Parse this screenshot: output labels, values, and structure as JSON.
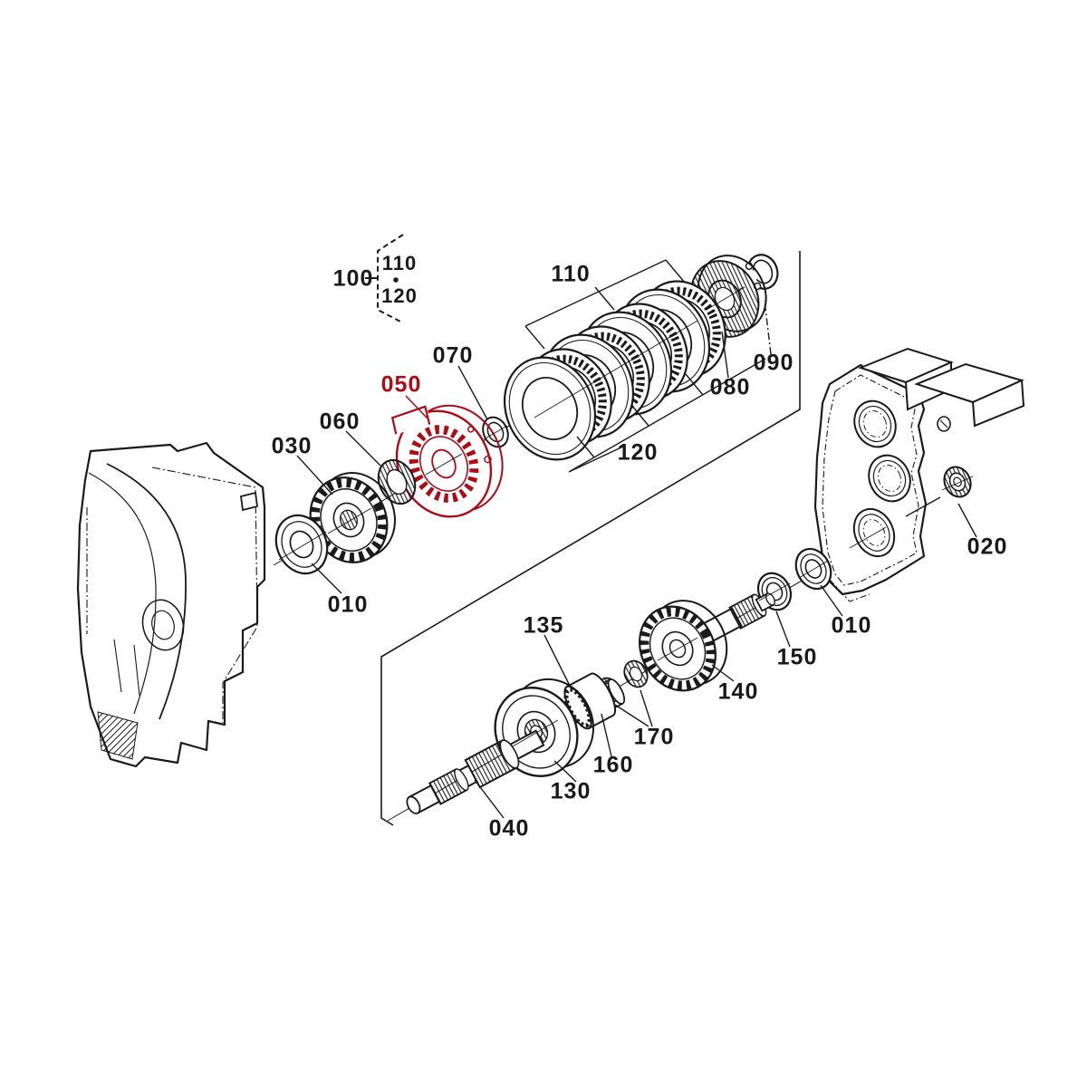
{
  "diagram": {
    "type": "exploded-parts-diagram",
    "background_color": "#ffffff",
    "line_color": "#1a1a1a",
    "highlight_color": "#ad0b16",
    "highlighted_callout": "050",
    "bracket_dot": "•",
    "callouts": {
      "c100": {
        "text": "100"
      },
      "c110b": {
        "text": "110"
      },
      "c120b": {
        "text": "120"
      },
      "c110": {
        "text": "110"
      },
      "c120": {
        "text": "120"
      },
      "c070": {
        "text": "070"
      },
      "c050": {
        "text": "050"
      },
      "c060": {
        "text": "060"
      },
      "c030": {
        "text": "030"
      },
      "c010L": {
        "text": "010"
      },
      "c080": {
        "text": "080"
      },
      "c090": {
        "text": "090"
      },
      "c020": {
        "text": "020"
      },
      "c010R": {
        "text": "010"
      },
      "c150": {
        "text": "150"
      },
      "c135": {
        "text": "135"
      },
      "c140": {
        "text": "140"
      },
      "c170": {
        "text": "170"
      },
      "c160": {
        "text": "160"
      },
      "c130": {
        "text": "130"
      },
      "c040": {
        "text": "040"
      }
    }
  }
}
